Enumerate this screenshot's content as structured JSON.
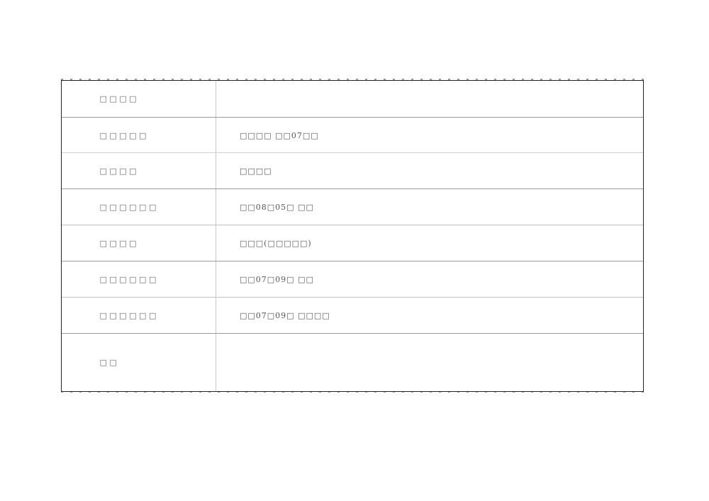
{
  "form": {
    "rows": [
      {
        "label": "□ □ □ □",
        "value": ""
      },
      {
        "label": "□ □ □ □ □",
        "value": "□□□□ □□07□□"
      },
      {
        "label": "□ □ □ □",
        "value": "□□□□"
      },
      {
        "label": "□ □ □ □ □ □",
        "value": "□□08□05□ □□"
      },
      {
        "label": "□ □ □ □",
        "value": "□□□(□□□□□)"
      },
      {
        "label": "□ □ □ □ □ □",
        "value": "□□07□09□ □□"
      },
      {
        "label": "□ □ □ □ □ □",
        "value": "□□07□09□ □□□□"
      },
      {
        "label": "□ □",
        "value": ""
      }
    ]
  }
}
